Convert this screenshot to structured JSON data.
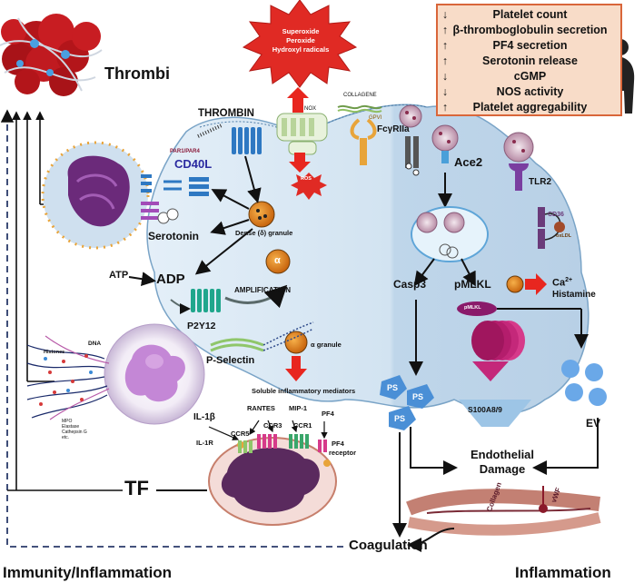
{
  "legend": {
    "rows": [
      {
        "arrow": "↓",
        "text": "Platelet count"
      },
      {
        "arrow": "↑",
        "text": "β-thromboglobulin secretion"
      },
      {
        "arrow": "↑",
        "text": "PF4 secretion"
      },
      {
        "arrow": "↑",
        "text": "Serotonin release"
      },
      {
        "arrow": "↓",
        "text": "cGMP"
      },
      {
        "arrow": "↓",
        "text": "NOS activity"
      },
      {
        "arrow": "↑",
        "text": "Platelet aggregability"
      }
    ]
  },
  "labels": {
    "thrombi": "Thrombi",
    "ros_star": [
      "Superoxide",
      "Peroxide",
      "Hydroxyl radicals"
    ],
    "thrombin": "THROMBIN",
    "nox": "NOX",
    "collagene": "COLLAGENE",
    "gpvi": "GPVI",
    "fcgr": "FcγRIIa",
    "ace2": "Ace2",
    "tlr2": "TLR2",
    "par": "PAR1/PAR4",
    "cd40l": "CD40L",
    "ros": "ROS",
    "dense_granule": "Dense (δ) granule",
    "serotonin": "Serotonin",
    "atp": "ATP",
    "adp": "ADP",
    "alpha": "α",
    "amplification": "AMPLIFICATION",
    "p2y12": "P2Y12",
    "alpha_granule": "α granule",
    "p_selectin": "P-Selectin",
    "soluble": "Soluble inflammatory mediators",
    "histones": "Histones",
    "dna": "DNA",
    "mpo": [
      "MPO",
      "Elastase",
      "Cathepsin G",
      "etc."
    ],
    "il1b": "IL-1β",
    "il1r": "IL-1R",
    "rantes": "RANTES",
    "mip1": "MIP-1",
    "pf4": "PF4",
    "ccr5": "CCR5",
    "ccr3": "CCR3",
    "ccr1": "CCR1",
    "pf4_receptor": [
      "PF4",
      "receptor"
    ],
    "tf": "TF",
    "casp3": "Casp3",
    "pmlkl": "pMLKL",
    "pmlkl_small": "pMLKL",
    "ca": "Ca",
    "ca_sup": "2+",
    "histamine": "Histamine",
    "cd36": "CD36",
    "oxldl": "oxLDL",
    "ps": "PS",
    "s100": "S100A8/9",
    "ev": "EV",
    "endothelial": [
      "Endothelial",
      "Damage"
    ],
    "collagen": "Collagen",
    "vwf": "vWF",
    "coagulation": "Coagulation",
    "immunity": "Immunity/Inflammation",
    "inflammation": "Inflammation"
  },
  "colors": {
    "legend_bg": "#f8dcc8",
    "legend_border": "#d9663a",
    "platelet_left": "#d6e6f2",
    "platelet_right": "#c5daea",
    "ros_star": "#e02a24",
    "red_arrow": "#e8261f",
    "receptor_blue": "#2e78c2",
    "receptor_teal": "#1fa68c",
    "receptor_purple": "#8a3db5",
    "ps_blue": "#4a8fd6",
    "ev_blue": "#6aa8e8"
  }
}
